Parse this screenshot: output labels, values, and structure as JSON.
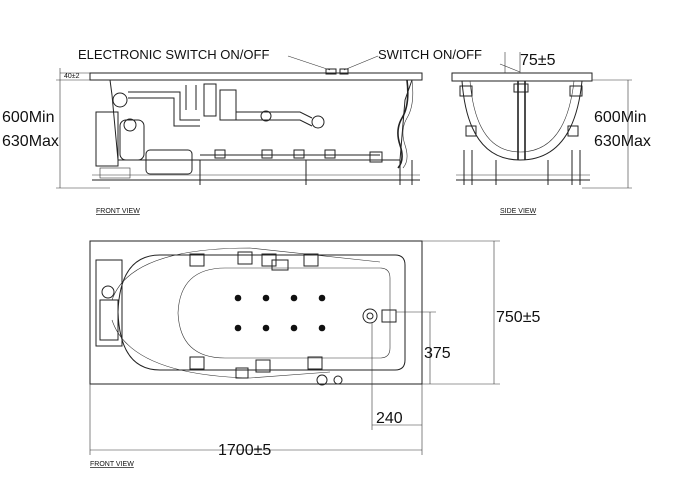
{
  "labels": {
    "electronic_switch": "ELECTRONIC SWITCH ON/OFF",
    "switch": "SWITCH ON/OFF",
    "offset": "75±5",
    "height_min_left": "600Min",
    "height_max_left": "630Max",
    "height_min_right": "600Min",
    "height_max_right": "630Max",
    "rim_note": "40±2",
    "front_view_top": "FRONT VIEW",
    "side_view": "SIDE VIEW",
    "width_dim": "750±5",
    "mid_dim": "375",
    "drain_offset": "240",
    "length_dim": "1700±5",
    "front_view_bottom": "FRONT VIEW"
  }
}
